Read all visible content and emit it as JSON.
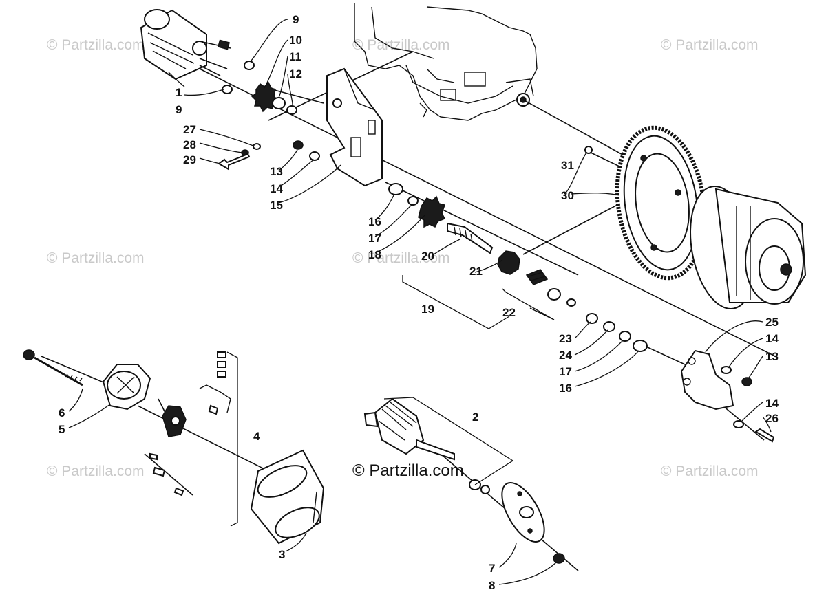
{
  "copyright": "© Partzilla.com",
  "watermark": "© Partzilla.com",
  "callouts": {
    "c1": "1",
    "c2": "2",
    "c3": "3",
    "c4": "4",
    "c5": "5",
    "c6": "6",
    "c7": "7",
    "c8": "8",
    "c9a": "9",
    "c9b": "9",
    "c10": "10",
    "c11": "11",
    "c12": "12",
    "c13a": "13",
    "c13b": "13",
    "c14a": "14",
    "c14b": "14",
    "c14c": "14",
    "c15": "15",
    "c16a": "16",
    "c16b": "16",
    "c17a": "17",
    "c17b": "17",
    "c18": "18",
    "c19": "19",
    "c20": "20",
    "c21": "21",
    "c22": "22",
    "c23": "23",
    "c24": "24",
    "c25": "25",
    "c26": "26",
    "c27": "27",
    "c28": "28",
    "c29": "29",
    "c30": "30",
    "c31": "31"
  }
}
